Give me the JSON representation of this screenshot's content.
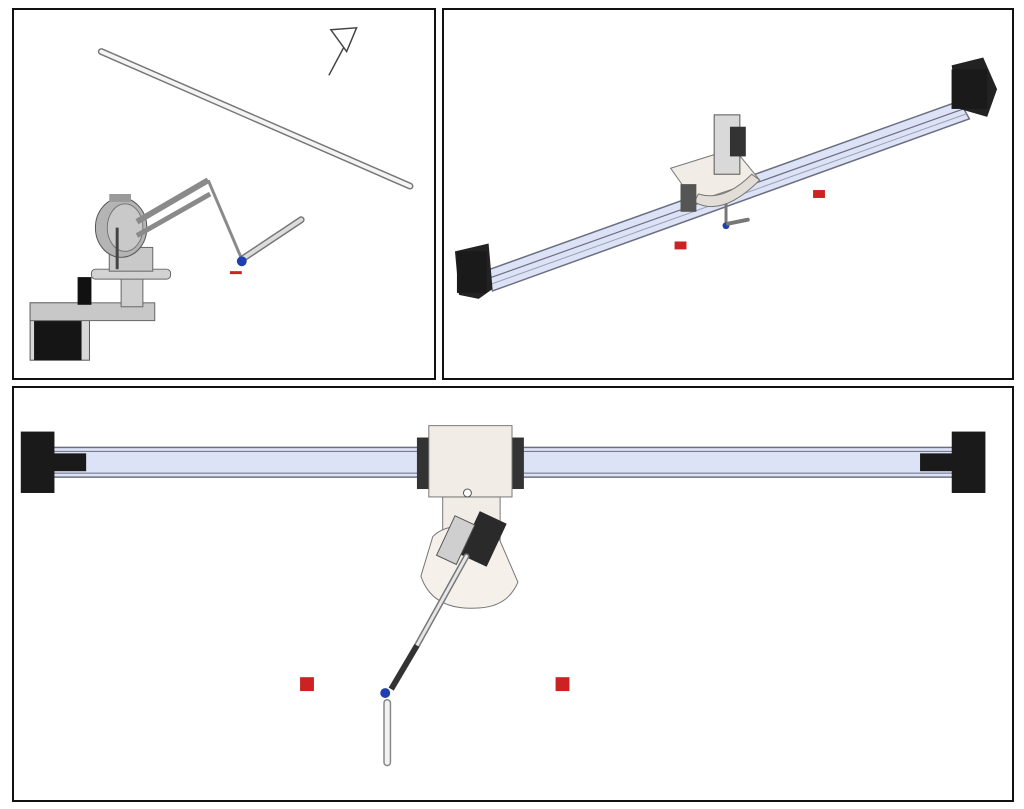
{
  "figure": {
    "panels": [
      {
        "view": "side",
        "icon": "side-view-robot-arm"
      },
      {
        "view": "isometric",
        "icon": "isometric-rail-robot"
      },
      {
        "view": "top",
        "icon": "top-view-rail-robot"
      }
    ],
    "arrow_icon": "direction-arrow",
    "colors": {
      "frame": "#111111",
      "rail_fill": "#dde3f6",
      "rail_edge": "#6a6e80",
      "end_block": "#222222",
      "carriage": "#f1ece6",
      "metal": "#b9b9b9",
      "target": "#cc2222",
      "ball": "#1f3fb0"
    }
  }
}
